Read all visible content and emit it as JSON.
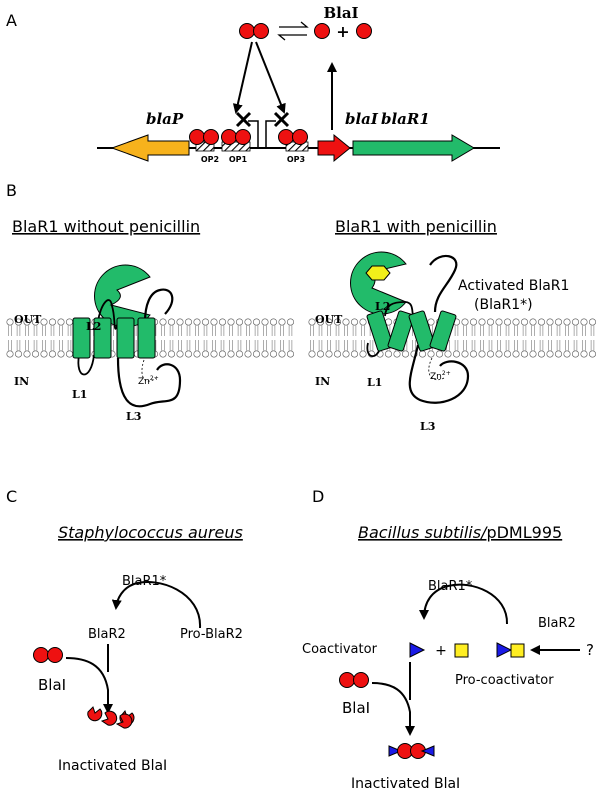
{
  "panels": {
    "a": "A",
    "b": "B",
    "c": "C",
    "d": "D"
  },
  "panel_a": {
    "protein_label": "BlaI",
    "plus": "+",
    "genes": {
      "blaP": "blaP",
      "blaI": "blaI",
      "blaR1": "blaR1"
    },
    "operators": {
      "op2": "OP2",
      "op1": "OP1",
      "op3": "OP3"
    }
  },
  "panel_b": {
    "left_title": "BlaR1 without penicillin",
    "right_title": "BlaR1 with penicillin",
    "activated_label_line1": "Activated BlaR1",
    "activated_label_line2": "(BlaR1*)",
    "out": "OUT",
    "in": "IN",
    "l1": "L1",
    "l2": "L2",
    "l3": "L3",
    "zn": "Zn",
    "zn_charge": "2+"
  },
  "panel_c": {
    "title": "Staphylococcus aureus",
    "blar1_star": "BlaR1*",
    "blar2": "BlaR2",
    "pro_blar2": "Pro-BlaR2",
    "blai": "BlaI",
    "inactivated": "Inactivated BlaI"
  },
  "panel_d": {
    "title_italic": "Bacillus subtilis/",
    "title_plasmid": "pDML995",
    "blar1_star": "BlaR1*",
    "blar2": "BlaR2",
    "question": "?",
    "coactivator": "Coactivator",
    "plus": "+",
    "pro_coactivator": "Pro-coactivator",
    "blai": "BlaI",
    "inactivated": "Inactivated BlaI"
  },
  "colors": {
    "blai_red": "#ee1111",
    "blar1_green": "#22bb6a",
    "blap_orange": "#f7b21c",
    "penicillin_yellow": "#f2ef1a",
    "coactivator_blue": "#1a1ae6",
    "procoactivator_yellow": "#ffee22"
  }
}
